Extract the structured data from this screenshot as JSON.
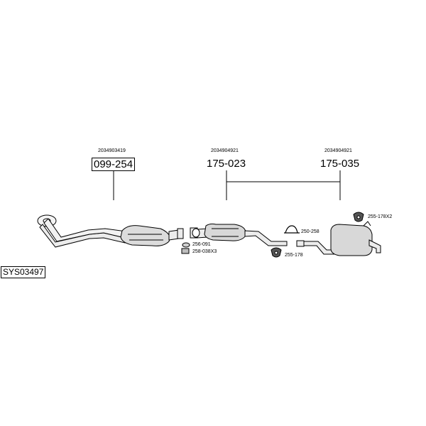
{
  "system_code": "SYS03497",
  "groups": [
    {
      "oe_number": "2034903419",
      "part_number": "099-254"
    },
    {
      "oe_number": "2034904921",
      "part_number": "175-023"
    },
    {
      "oe_number": "2034904921",
      "part_number": "175-035"
    }
  ],
  "callouts": {
    "c1": "256-091",
    "c2": "258-038X3",
    "c3": "250-258",
    "c4": "255-178",
    "c5": "255-178X2"
  },
  "colors": {
    "line": "#000000",
    "pipe_fill": "#ececec",
    "muffler_fill": "#d8d8d8"
  }
}
